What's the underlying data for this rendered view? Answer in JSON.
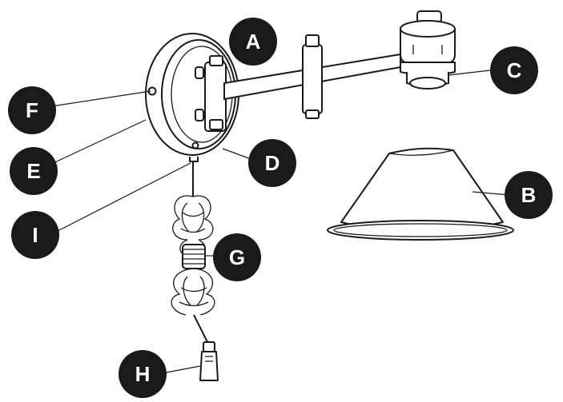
{
  "callouts": [
    {
      "key": "a",
      "label": "A"
    },
    {
      "key": "b",
      "label": "B"
    },
    {
      "key": "c",
      "label": "C"
    },
    {
      "key": "d",
      "label": "D"
    },
    {
      "key": "e",
      "label": "E"
    },
    {
      "key": "f",
      "label": "F"
    },
    {
      "key": "g",
      "label": "G"
    },
    {
      "key": "h",
      "label": "H"
    },
    {
      "key": "i",
      "label": "I"
    }
  ],
  "colors": {
    "line": "#1a1a1a",
    "callout_fill": "#1a1a1a",
    "callout_text": "#ffffff",
    "background": "#ffffff"
  }
}
